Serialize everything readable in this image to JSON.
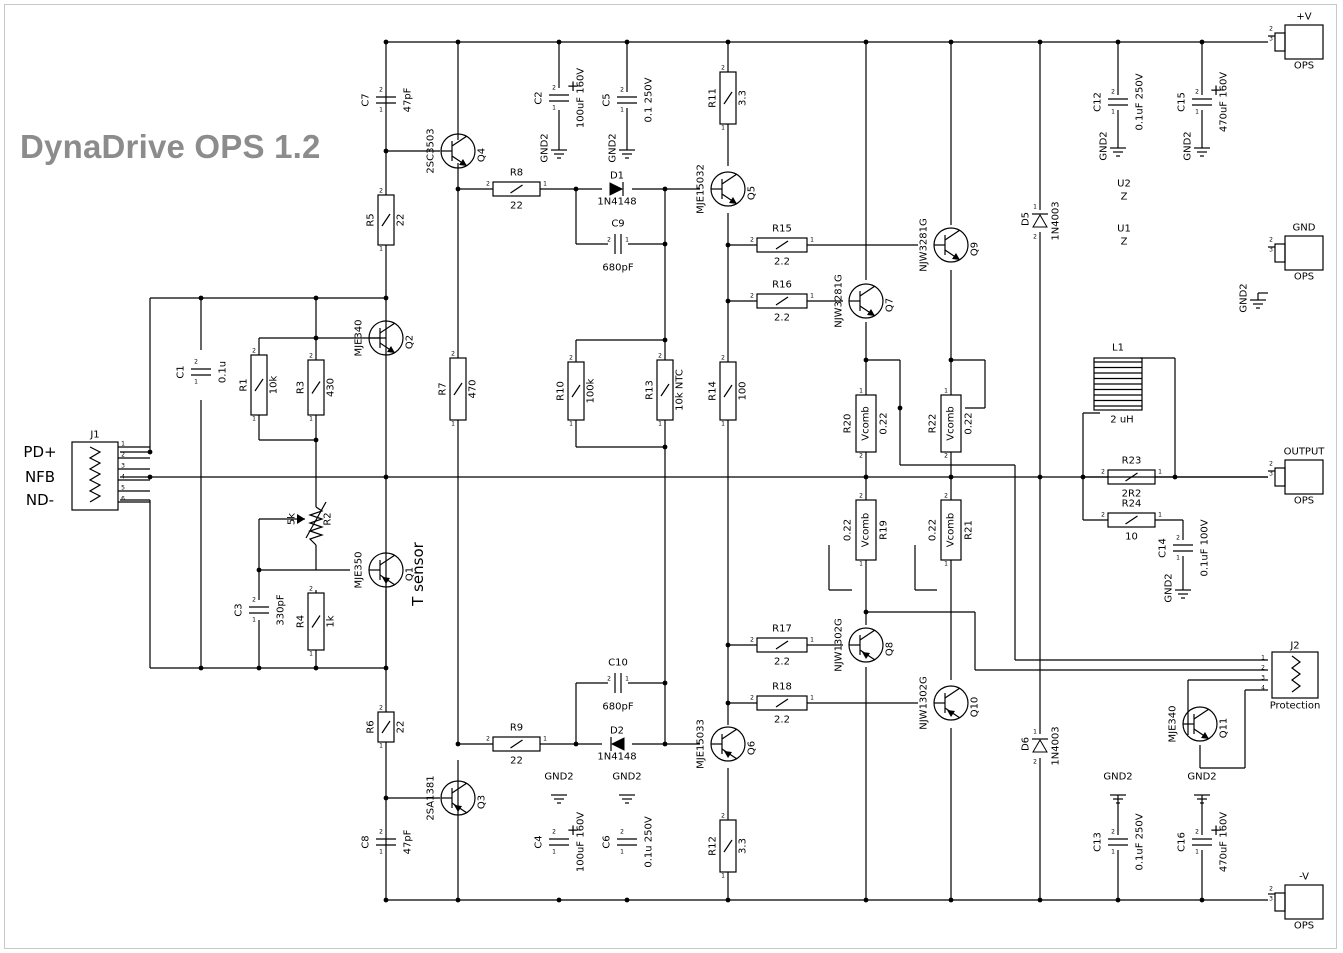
{
  "title": "DynaDrive OPS 1.2",
  "components": {
    "R1": [
      "R1",
      "10k"
    ],
    "R2": [
      "R2",
      "5k"
    ],
    "R3": [
      "R3",
      "430"
    ],
    "R4": [
      "R4",
      "1k"
    ],
    "R5": [
      "R5",
      "22"
    ],
    "R6": [
      "R6",
      "22"
    ],
    "R7": [
      "R7",
      "470"
    ],
    "R8": [
      "R8",
      "22"
    ],
    "R9": [
      "R9",
      "22"
    ],
    "R10": [
      "R10",
      "100k"
    ],
    "R11": [
      "R11",
      "3.3"
    ],
    "R12": [
      "R12",
      "3.3"
    ],
    "R13": [
      "R13",
      "10k NTC"
    ],
    "R14": [
      "R14",
      "100"
    ],
    "R15": [
      "R15",
      "2.2"
    ],
    "R16": [
      "R16",
      "2.2"
    ],
    "R17": [
      "R17",
      "2.2"
    ],
    "R18": [
      "R18",
      "2.2"
    ],
    "R19": [
      "R19",
      "0.22",
      "Vcomb"
    ],
    "R20": [
      "R20",
      "0.22",
      "Vcomb"
    ],
    "R21": [
      "R21",
      "0.22",
      "Vcomb"
    ],
    "R22": [
      "R22",
      "0.22",
      "Vcomb"
    ],
    "R23": [
      "R23",
      "2R2"
    ],
    "R24": [
      "R24",
      "10"
    ],
    "C1": [
      "C1",
      "0.1u"
    ],
    "C2": [
      "C2",
      "100uF 160V"
    ],
    "C3": [
      "C3",
      "330pF"
    ],
    "C4": [
      "C4",
      "100uF 160V"
    ],
    "C5": [
      "C5",
      "0.1 250V"
    ],
    "C6": [
      "C6",
      "0.1u 250V"
    ],
    "C7": [
      "C7",
      "47pF"
    ],
    "C8": [
      "C8",
      "47pF"
    ],
    "C9": [
      "C9",
      "680pF"
    ],
    "C10": [
      "C10",
      "680pF"
    ],
    "C12": [
      "C12",
      "0.1uF 250V"
    ],
    "C13": [
      "C13",
      "0.1uF 250V"
    ],
    "C14": [
      "C14",
      "0.1uF 100V"
    ],
    "C15": [
      "C15",
      "470uF 160V"
    ],
    "C16": [
      "C16",
      "470uF 160V"
    ],
    "Q1": [
      "Q1",
      "MJE350"
    ],
    "Q2": [
      "Q2",
      "MJE340"
    ],
    "Q3": [
      "Q3",
      "2SA1381"
    ],
    "Q4": [
      "Q4",
      "2SC3503"
    ],
    "Q5": [
      "Q5",
      "MJE15032"
    ],
    "Q6": [
      "Q6",
      "MJE15033"
    ],
    "Q7": [
      "Q7",
      "NJW3281G"
    ],
    "Q8": [
      "Q8",
      "NJW1302G"
    ],
    "Q9": [
      "Q9",
      "NJW3281G"
    ],
    "Q10": [
      "Q10",
      "NJW1302G"
    ],
    "Q11": [
      "Q11",
      "MJE340"
    ],
    "D1": [
      "D1",
      "1N4148"
    ],
    "D2": [
      "D2",
      "1N4148"
    ],
    "D5": [
      "D5",
      "1N4003"
    ],
    "D6": [
      "D6",
      "1N4003"
    ],
    "L1": [
      "L1",
      "2 uH"
    ],
    "U1": [
      "U1",
      "Z"
    ],
    "U2": [
      "U2",
      "Z"
    ],
    "J1": [
      "J1"
    ],
    "J2": [
      "J2",
      "Protection"
    ],
    "OPS1": [
      "OPS",
      "+V"
    ],
    "OPS2": [
      "OPS",
      "GND"
    ],
    "OPS3": [
      "OPS",
      "OUTPUT"
    ],
    "OPS4": [
      "OPS",
      "-V"
    ]
  },
  "gnd_label": "GND2",
  "t_sensor": "T sensor",
  "inputs": [
    "PD+",
    "NFB",
    "ND-"
  ]
}
